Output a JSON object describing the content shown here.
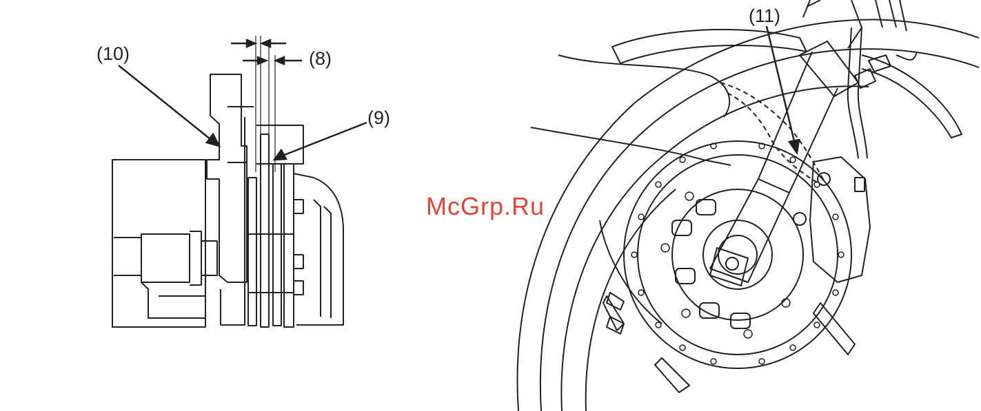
{
  "callouts": {
    "c10": "(10)",
    "c8": "(8)",
    "c9": "(9)",
    "c11": "(11)"
  },
  "watermark": "McGrp.Ru",
  "colors": {
    "line": "#231f20",
    "watermark": "#e0453a",
    "background": "#ffffff"
  }
}
